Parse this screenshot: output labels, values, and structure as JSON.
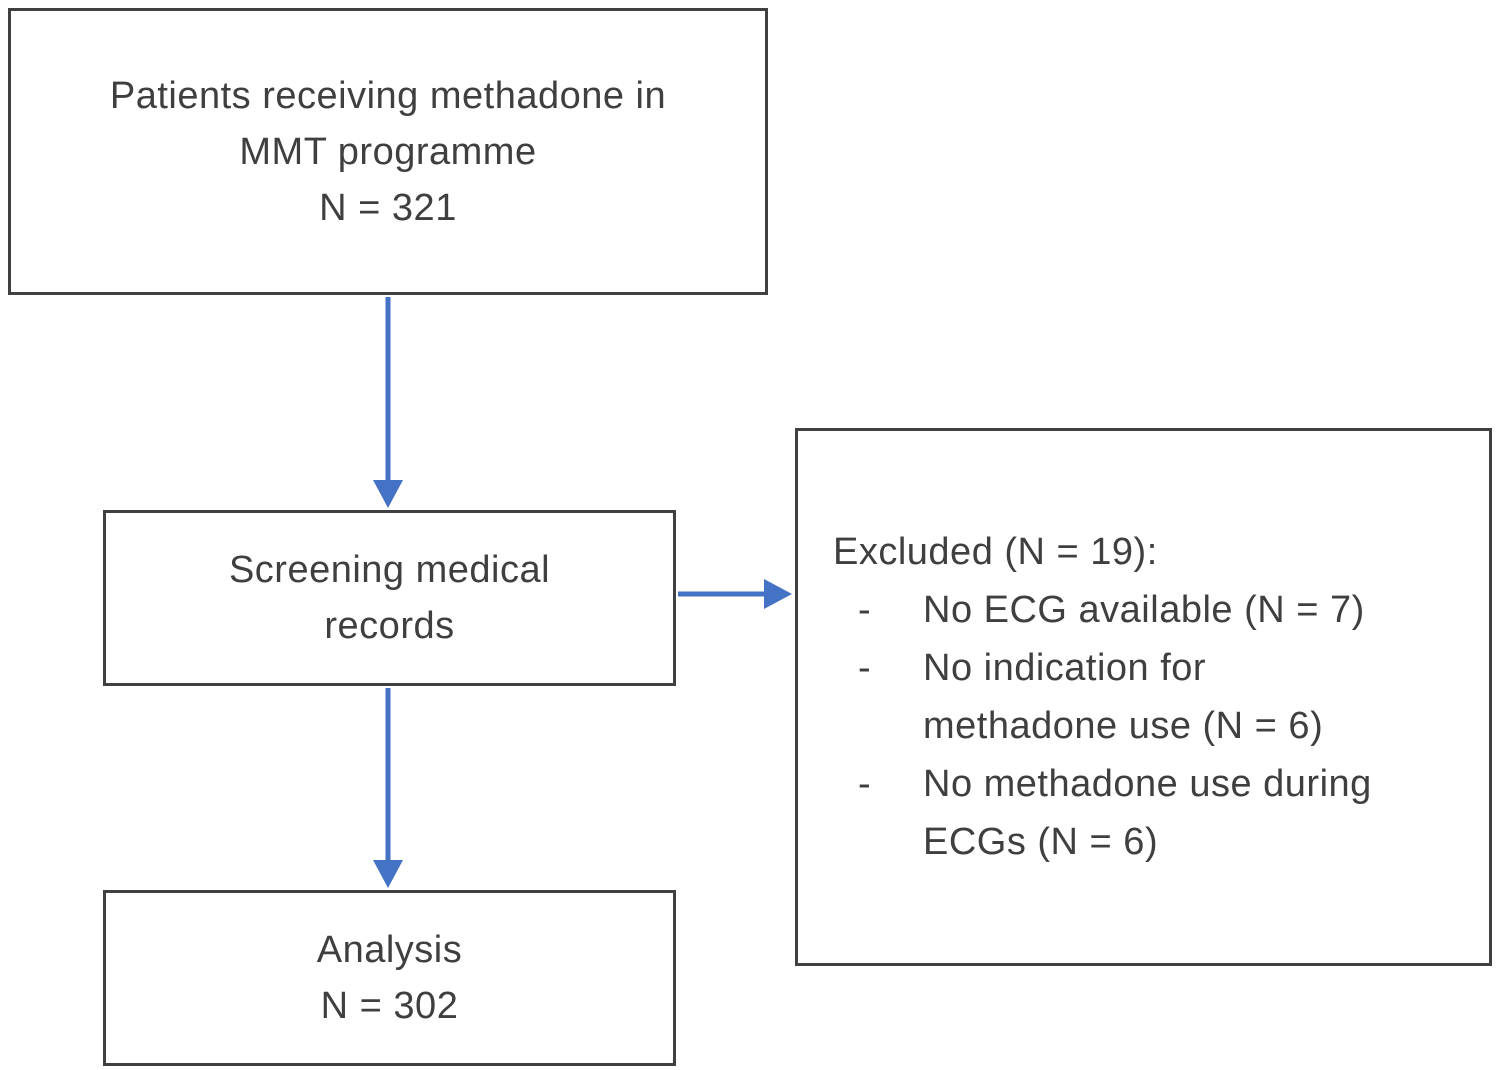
{
  "diagram": {
    "colors": {
      "arrow": "#4472C4",
      "border": "#404040",
      "text": "#3F3F3F",
      "background": "#FFFFFF"
    },
    "boxes": {
      "patients": {
        "lines": [
          "Patients receiving methadone in",
          "MMT programme",
          "N = 321"
        ]
      },
      "screening": {
        "lines": [
          "Screening medical",
          "records"
        ]
      },
      "analysis": {
        "lines": [
          "Analysis",
          "N = 302"
        ]
      },
      "excluded": {
        "title": "Excluded (N = 19):",
        "bullet": "-",
        "items": [
          {
            "lines": [
              "No ECG available (N = 7)"
            ]
          },
          {
            "lines": [
              "No indication for",
              "methadone use (N = 6)"
            ]
          },
          {
            "lines": [
              "No methadone use during",
              "ECGs (N = 6)"
            ]
          }
        ]
      }
    }
  }
}
